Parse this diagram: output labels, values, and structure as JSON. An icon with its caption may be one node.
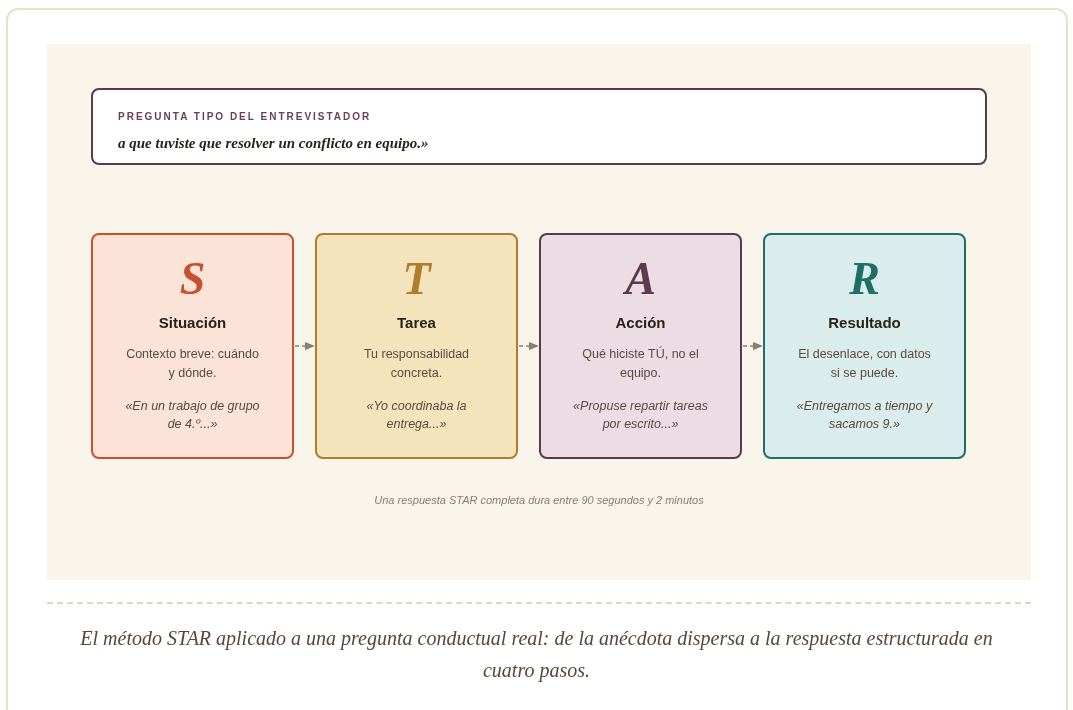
{
  "diagram": {
    "caption": "El método STAR aplicado a una pregunta conductual real: de la anécdota dispersa a la respuesta estructurada en cuatro pasos.",
    "nodes": [
      {
        "text": [
          "PREGUNTA TIPO DEL ENTREVISTADOR",
          "a que tuviste que resolver un conflicto en equipo.»"
        ]
      },
      {
        "text": [
          "S",
          "Situación",
          "Contexto breve: cuándo y dónde.",
          "«En un trabajo de grupo de 4.º...»"
        ]
      },
      {
        "text": [
          "T",
          "Tarea",
          "Tu responsabilidad concreta.",
          "«Yo coordinaba la entrega...»"
        ]
      },
      {
        "text": [
          "A",
          "Acción",
          "Qué hiciste TÚ, no el equipo.",
          "«Propuse repartir tareas por escrito...»"
        ]
      },
      {
        "text": [
          "R",
          "Resultado",
          "El desenlace, con datos si se puede.",
          "«Entregamos a tiempo y sacamos 9.»"
        ]
      }
    ],
    "edges": [
      {
        "from": 1,
        "to": 2,
        "arrow": "to",
        "style": "dashed"
      },
      {
        "from": 2,
        "to": 3,
        "arrow": "to",
        "style": "dashed"
      },
      {
        "from": 3,
        "to": 4,
        "arrow": "to",
        "style": "dashed"
      }
    ],
    "labels": [
      "Una respuesta STAR completa dura entre 90 segundos y 2 minutos"
    ]
  }
}
